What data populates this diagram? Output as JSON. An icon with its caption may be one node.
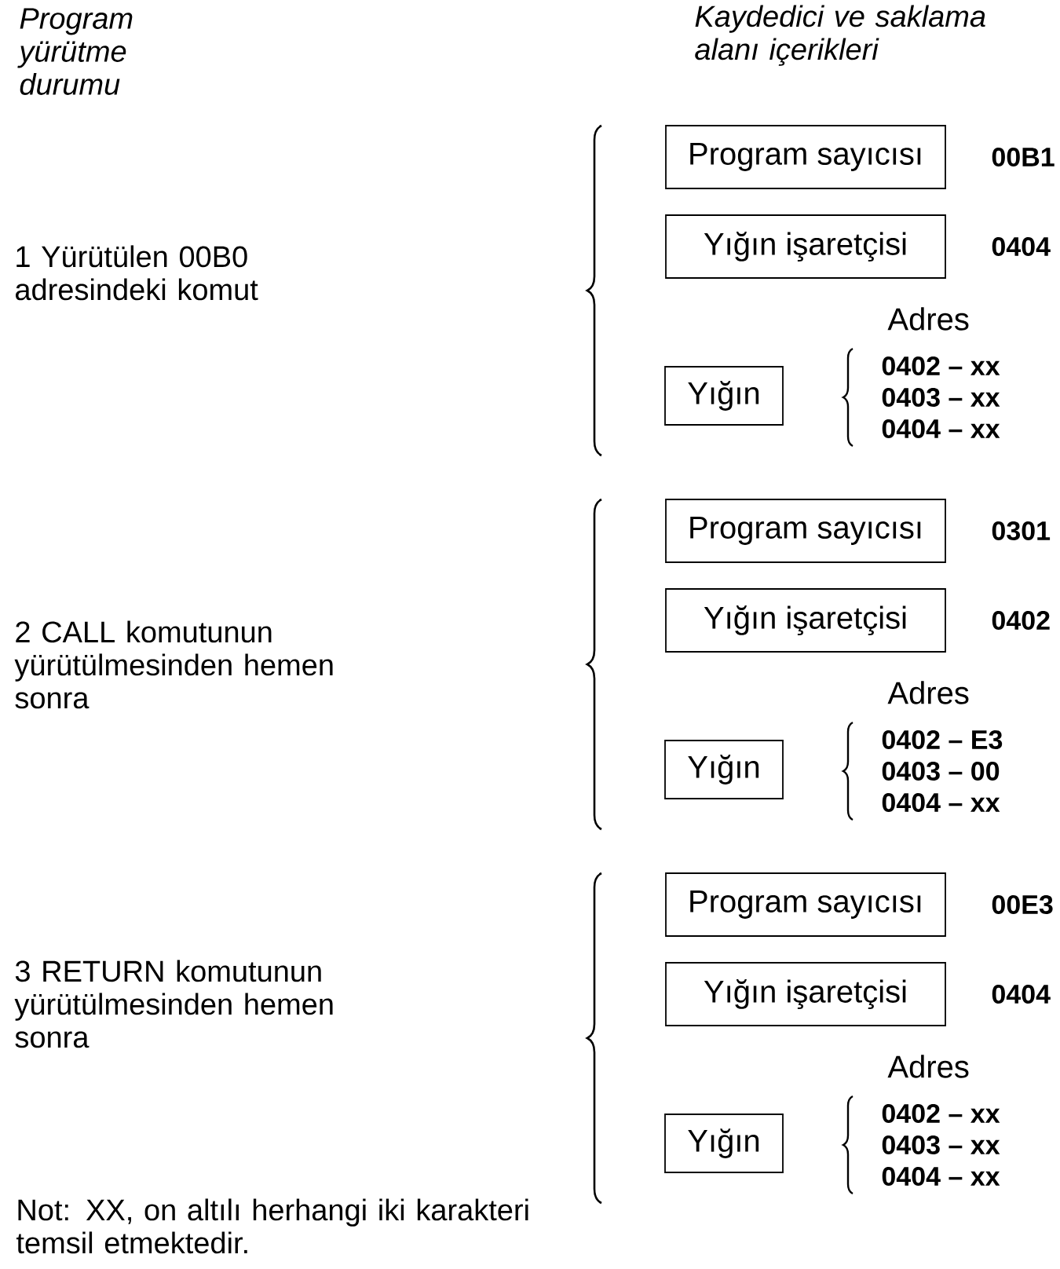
{
  "diagram": {
    "nodes": [
      {
        "text": [
          "Program sayıcısı"
        ],
        "beside": [
          "00B1"
        ]
      },
      {
        "text": [
          "Yığın işaretçisi"
        ],
        "beside": [
          "0404"
        ]
      },
      {
        "text": [
          "Yığın"
        ],
        "beside": [
          "Adres",
          "0402 – xx",
          "0403 – xx",
          "0404 – xx"
        ]
      },
      {
        "text": [
          "Program sayıcısı"
        ],
        "beside": [
          "0301"
        ]
      },
      {
        "text": [
          "Yığın işaretçisi"
        ],
        "beside": [
          "0402"
        ]
      },
      {
        "text": [
          "Yığın"
        ],
        "beside": [
          "Adres",
          "0402 – E3",
          "0403 – 00",
          "0404 – xx"
        ]
      },
      {
        "text": [
          "Program sayıcısı"
        ],
        "beside": [
          "00E3"
        ]
      },
      {
        "text": [
          "Yığın işaretçisi"
        ],
        "beside": [
          "0404"
        ]
      },
      {
        "text": [
          "Yığın"
        ],
        "beside": [
          "Adres",
          "0402 – xx",
          "0403 – xx",
          "0404 – xx"
        ]
      }
    ],
    "labels": [
      "Program yürütme durumu",
      "Kaydedici ve saklama alanı içerikleri",
      "1 Yürütülen 00B0 adresindeki komut",
      "2 CALL komutunun yürütülmesinden hemen sonra",
      "3 RETURN komutunun yürütülmesinden hemen sonra",
      "Not: XX, on altılı herhangi iki karakteri temsil etmektedir."
    ]
  }
}
